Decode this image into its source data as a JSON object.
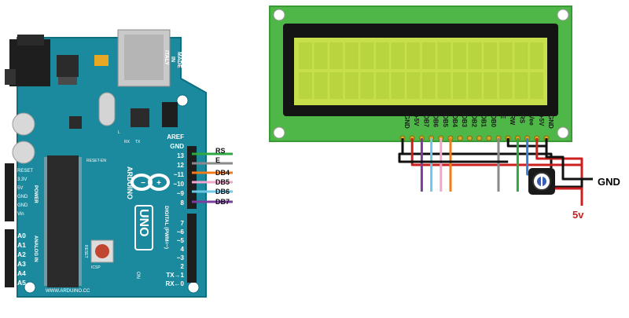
{
  "arduino": {
    "made_in": [
      "MADE",
      "IN",
      "ITALY"
    ],
    "brand": "ARDUINO",
    "model": "UNO",
    "website": "WWW.ARDUINO.CC",
    "reset_en": "RESET-EN",
    "reset": "RESET",
    "icsp": "ICSP",
    "on": "ON",
    "tx": "TX",
    "rx": "RX",
    "l_led": "L",
    "digital_label": "DIGITAL (PWM=~)",
    "power_label": "POWER",
    "analog_label": "ANALOG IN",
    "top_header_labels": [
      "AREF",
      "GND",
      "13",
      "12",
      "~11",
      "~10",
      "~9",
      "8"
    ],
    "bottom_header_labels": [
      "7",
      "~6",
      "~5",
      "4",
      "~3",
      "2",
      "TX→1",
      "RX←0"
    ],
    "power_pins": [
      "RESET",
      "3.3V",
      "5V",
      "GND",
      "GND",
      "Vin"
    ],
    "analog_pins": [
      "A0",
      "A1",
      "A2",
      "A3",
      "A4",
      "A5"
    ]
  },
  "wires": {
    "left": [
      "RS",
      "E",
      "DB4",
      "DB5",
      "DB6",
      "DB7"
    ],
    "colors": {
      "RS": "#2ea843",
      "E": "#8a8a8a",
      "DB4": "#f07c1a",
      "DB5": "#f2a6cc",
      "DB6": "#6fc8e6",
      "DB7": "#7b3e9c",
      "GND": "#111111",
      "5V": "#cc1f1f"
    }
  },
  "lcd": {
    "pins": [
      "GND",
      "+5V",
      "DB7",
      "DB6",
      "DB5",
      "DB4",
      "DB3",
      "DB2",
      "DB1",
      "DB0",
      "E",
      "RW",
      "RS",
      "Vee",
      "+5V",
      "GND"
    ],
    "screen_color": "#c6df4b",
    "pcb_color": "#4fb748"
  },
  "labels": {
    "gnd": "GND",
    "five_v": "5v"
  }
}
